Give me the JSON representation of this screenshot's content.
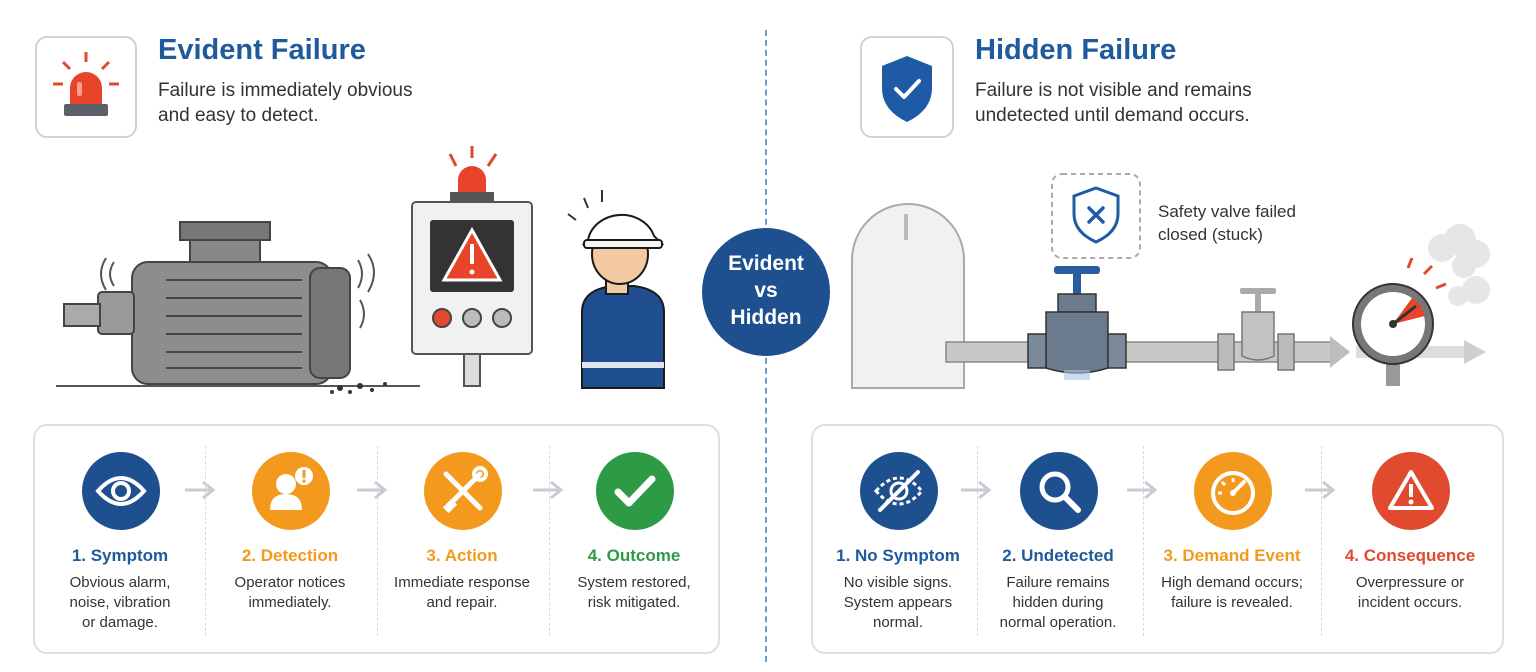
{
  "evident": {
    "title": "Evident Failure",
    "description_line1": "Failure is immediately obvious",
    "description_line2": "and easy to detect.",
    "icon": "siren-icon",
    "steps": [
      {
        "title": "1. Symptom",
        "lines": [
          "Obvious alarm,",
          "noise, vibration",
          "or damage."
        ],
        "icon": "eye-icon",
        "color": "#1e4f8f"
      },
      {
        "title": "2. Detection",
        "lines": [
          "Operator notices",
          "immediately."
        ],
        "icon": "operator-alert-icon",
        "color": "#f39a1e"
      },
      {
        "title": "3. Action",
        "lines": [
          "Immediate response",
          "and repair."
        ],
        "icon": "tools-icon",
        "color": "#f39a1e"
      },
      {
        "title": "4. Outcome",
        "lines": [
          "System restored,",
          "risk mitigated."
        ],
        "icon": "check-icon",
        "color": "#2f9a46"
      }
    ]
  },
  "center": {
    "line1": "Evident",
    "line2": "vs",
    "line3": "Hidden"
  },
  "hidden": {
    "title": "Hidden Failure",
    "description_line1": "Failure is not visible and remains",
    "description_line2": "undetected until demand occurs.",
    "icon": "shield-check-icon",
    "callout_line1": "Safety valve failed",
    "callout_line2": "closed (stuck)",
    "steps": [
      {
        "title": "1. No Symptom",
        "lines": [
          "No visible signs.",
          "System appears",
          "normal."
        ],
        "icon": "eye-off-icon",
        "color": "#1e4f8f"
      },
      {
        "title": "2. Undetected",
        "lines": [
          "Failure remains",
          "hidden during",
          "normal operation."
        ],
        "icon": "magnifier-icon",
        "color": "#1e4f8f"
      },
      {
        "title": "3. Demand Event",
        "lines": [
          "High demand occurs;",
          "failure is revealed."
        ],
        "icon": "gauge-icon",
        "color": "#f39a1e"
      },
      {
        "title": "4. Consequence",
        "lines": [
          "Overpressure or",
          "incident occurs."
        ],
        "icon": "warning-icon",
        "color": "#e04a2e"
      }
    ]
  }
}
